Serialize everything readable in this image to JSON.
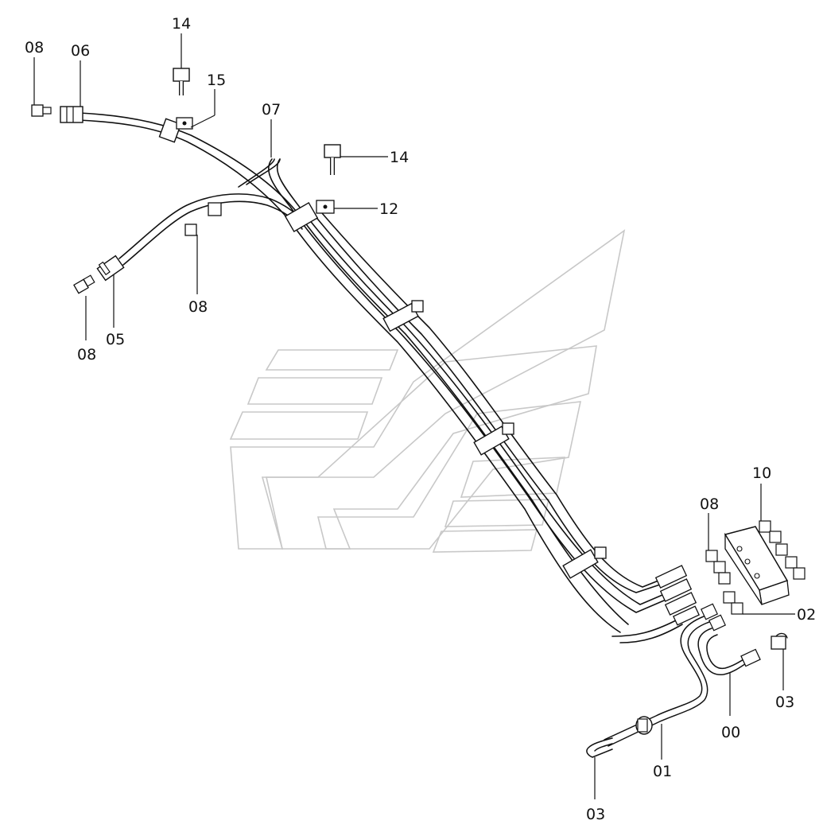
{
  "diagram": {
    "callouts": [
      {
        "id": "lbl-08-a",
        "text": "08"
      },
      {
        "id": "lbl-06",
        "text": "06"
      },
      {
        "id": "lbl-14-a",
        "text": "14"
      },
      {
        "id": "lbl-15",
        "text": "15"
      },
      {
        "id": "lbl-07",
        "text": "07"
      },
      {
        "id": "lbl-14-b",
        "text": "14"
      },
      {
        "id": "lbl-12",
        "text": "12"
      },
      {
        "id": "lbl-08-b",
        "text": "08"
      },
      {
        "id": "lbl-08-c",
        "text": "08"
      },
      {
        "id": "lbl-05",
        "text": "05"
      },
      {
        "id": "lbl-10",
        "text": "10"
      },
      {
        "id": "lbl-08-d",
        "text": "08"
      },
      {
        "id": "lbl-02",
        "text": "02"
      },
      {
        "id": "lbl-03-a",
        "text": "03"
      },
      {
        "id": "lbl-00",
        "text": "00"
      },
      {
        "id": "lbl-01",
        "text": "01"
      },
      {
        "id": "lbl-03-b",
        "text": "03"
      }
    ]
  }
}
